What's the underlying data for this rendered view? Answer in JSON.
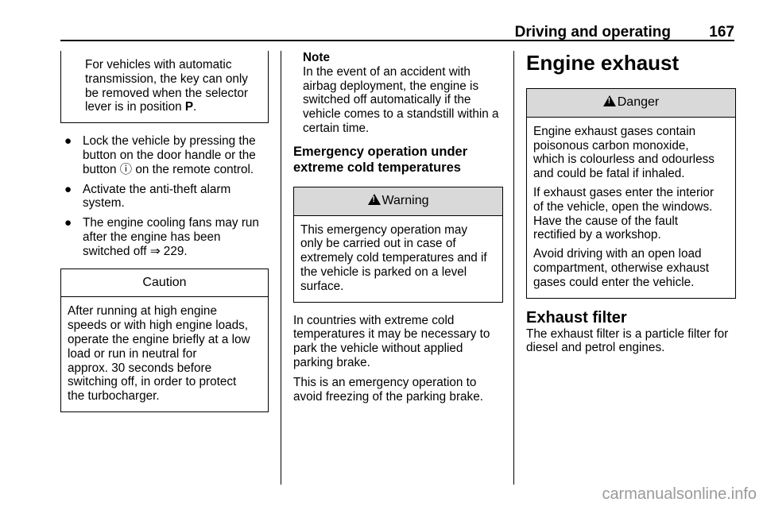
{
  "header": {
    "section": "Driving and operating",
    "page": "167"
  },
  "col1": {
    "intro": [
      "For vehicles with automatic",
      "transmission, the key can only",
      "be removed when the selector",
      "lever is in position "
    ],
    "intro_bold": "P",
    "intro_end": ".",
    "bullets": [
      {
        "lines": [
          "Lock the vehicle by pressing the",
          "button on the door handle or the",
          "button ⓘ on the remote control."
        ]
      },
      {
        "lines": [
          "Activate the anti-theft alarm",
          "system."
        ]
      },
      {
        "lines": [
          "The engine cooling fans may run",
          "after the engine has been",
          "switched off ⇒ 229."
        ]
      }
    ],
    "caution": {
      "title": "Caution",
      "lines": [
        "After running at high engine",
        "speeds or with high engine loads,",
        "operate the engine briefly at a low",
        "load or run in neutral for",
        "approx. 30 seconds before",
        "switching off, in order to protect",
        "the turbocharger."
      ]
    }
  },
  "col2": {
    "note_title": "Note",
    "note_lines": [
      "In the event of an accident with",
      "airbag deployment, the engine is",
      "switched off automatically if the",
      "vehicle comes to a standstill within a",
      "certain time."
    ],
    "heading": [
      "Emergency operation under",
      "extreme cold temperatures"
    ],
    "warning": {
      "title": "Warning",
      "lines": [
        "This emergency operation may",
        "only be carried out in case of",
        "extremely cold temperatures and if",
        "the vehicle is parked on a level",
        "surface."
      ]
    },
    "para1": [
      "In countries with extreme cold",
      "temperatures it may be necessary to",
      "park the vehicle without applied",
      "parking brake."
    ],
    "para2": [
      "This is an emergency operation to",
      "avoid freezing of the parking brake."
    ]
  },
  "col3": {
    "heading": "Engine exhaust",
    "danger": {
      "title": "Danger",
      "p1": [
        "Engine exhaust gases contain",
        "poisonous carbon monoxide,",
        "which is colourless and odourless",
        "and could be fatal if inhaled."
      ],
      "p2": [
        "If exhaust gases enter the interior",
        "of the vehicle, open the windows.",
        "Have the cause of the fault",
        "rectified by a workshop."
      ],
      "p3": [
        "Avoid driving with an open load",
        "compartment, otherwise exhaust",
        "gases could enter the vehicle."
      ]
    },
    "subheading": "Exhaust filter",
    "para": [
      "The exhaust filter is a particle filter for",
      "diesel and petrol engines."
    ]
  },
  "watermark": "carmanualsonline.info",
  "colors": {
    "box_header_grey": "#d9d9d9",
    "watermark": "#9a9a9a"
  }
}
